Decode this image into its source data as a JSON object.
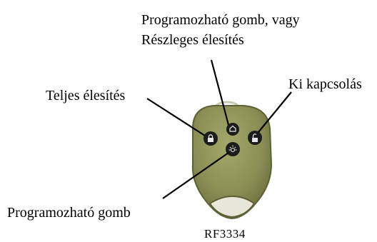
{
  "labels": {
    "programmable_or_partial_line1": "Programozható gomb, vagy",
    "programmable_or_partial_line2": "Részleges élesítés",
    "full_arm": "Teljes élesítés",
    "disarm": "Ki kapcsolás",
    "programmable": "Programozható gomb",
    "model": "RF3334"
  },
  "icons": {
    "button_left": "lock-closed-icon",
    "button_top": "home-icon",
    "button_right": "lock-open-icon",
    "button_bottom": "light-icon"
  },
  "colors": {
    "remote_body": "#8c8f55",
    "remote_grip": "#6f7140",
    "button": "#1c1c1c",
    "leader_line": "#000000"
  }
}
